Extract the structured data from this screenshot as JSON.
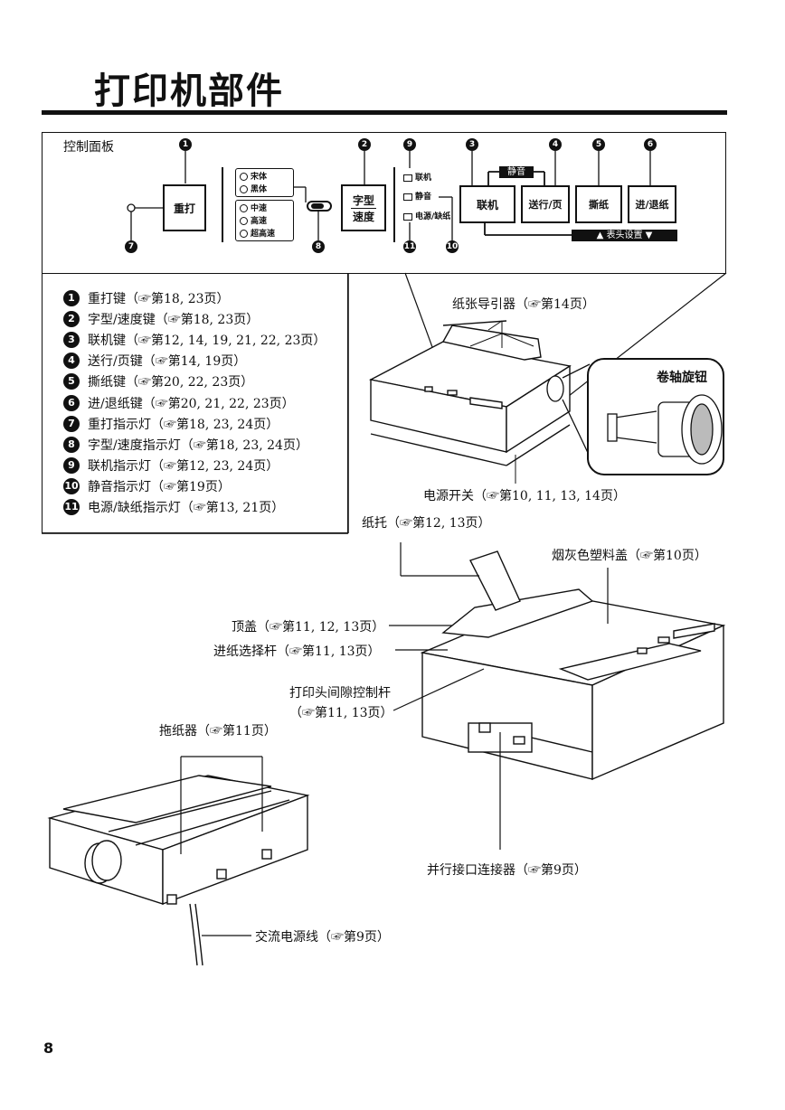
{
  "page": {
    "title": "打印机部件",
    "page_number": "8"
  },
  "panel": {
    "title": "控制面板",
    "keys": {
      "reprint": "重打",
      "font_speed_top": "字型",
      "font_speed_bottom": "速度",
      "online": "联机",
      "feed_page": "送行/页",
      "tear": "撕纸",
      "load_eject": "进/退纸"
    },
    "font_lamps": [
      "宋体",
      "黑体"
    ],
    "speed_lamps": [
      "中速",
      "高速",
      "超高速"
    ],
    "status_lamps": [
      "联机",
      "静音",
      "电源/缺纸"
    ],
    "banner_mute": "静音",
    "banner_headset": "▲ 表头设置 ▼",
    "callouts": [
      "1",
      "2",
      "3",
      "4",
      "5",
      "6",
      "7",
      "8",
      "9",
      "10",
      "11"
    ]
  },
  "legend": [
    {
      "n": "1",
      "text": "重打键（☞第18, 23页）"
    },
    {
      "n": "2",
      "text": "字型/速度键（☞第18, 23页）"
    },
    {
      "n": "3",
      "text": "联机键（☞第12, 14, 19, 21, 22, 23页）"
    },
    {
      "n": "4",
      "text": "送行/页键（☞第14, 19页）"
    },
    {
      "n": "5",
      "text": "撕纸键（☞第20, 22, 23页）"
    },
    {
      "n": "6",
      "text": "进/退纸键（☞第20, 21, 22, 23页）"
    },
    {
      "n": "7",
      "text": "重打指示灯（☞第18, 23, 24页）"
    },
    {
      "n": "8",
      "text": "字型/速度指示灯（☞第18, 23, 24页）"
    },
    {
      "n": "9",
      "text": "联机指示灯（☞第12, 23, 24页）"
    },
    {
      "n": "10",
      "text": "静音指示灯（☞第19页）"
    },
    {
      "n": "11",
      "text": "电源/缺纸指示灯（☞第13, 21页）"
    }
  ],
  "labels": {
    "paper_guide": "纸张导引器（☞第14页）",
    "knob": "卷轴旋钮",
    "power_switch": "电源开关（☞第10, 11, 13, 14页）",
    "paper_rest": "纸托（☞第12, 13页）",
    "smoke_cover": "烟灰色塑料盖（☞第10页）",
    "top_cover": "顶盖（☞第11, 12, 13页）",
    "release_lever": "进纸选择杆（☞第11, 13页）",
    "gap_lever_1": "打印头间隙控制杆",
    "gap_lever_2": "（☞第11, 13页）",
    "tractor": "拖纸器（☞第11页）",
    "parallel": "并行接口连接器（☞第9页）",
    "ac_cord": "交流电源线（☞第9页）"
  }
}
